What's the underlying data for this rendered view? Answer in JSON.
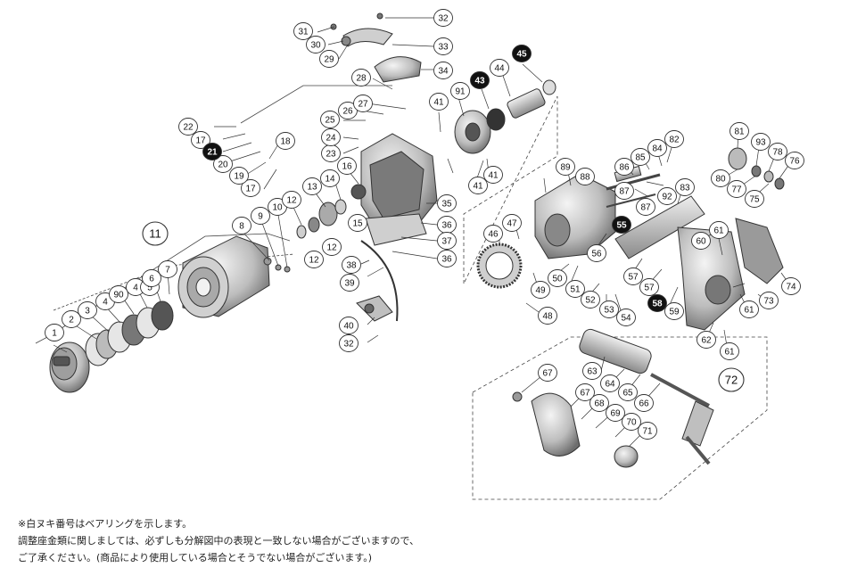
{
  "diagram": {
    "callouts": [
      {
        "id": "c1",
        "label": "1"
      },
      {
        "id": "c2",
        "label": "2"
      },
      {
        "id": "c3",
        "label": "3"
      },
      {
        "id": "c4a",
        "label": "4"
      },
      {
        "id": "c4b",
        "label": "4"
      },
      {
        "id": "c5",
        "label": "5"
      },
      {
        "id": "c6",
        "label": "6"
      },
      {
        "id": "c7",
        "label": "7"
      },
      {
        "id": "c8",
        "label": "8"
      },
      {
        "id": "c9",
        "label": "9"
      },
      {
        "id": "c10",
        "label": "10"
      },
      {
        "id": "c12a",
        "label": "12"
      },
      {
        "id": "c12b",
        "label": "12"
      },
      {
        "id": "c12c",
        "label": "12"
      },
      {
        "id": "c13",
        "label": "13"
      },
      {
        "id": "c14",
        "label": "14"
      },
      {
        "id": "c15",
        "label": "15"
      },
      {
        "id": "c16",
        "label": "16"
      },
      {
        "id": "c17a",
        "label": "17"
      },
      {
        "id": "c17b",
        "label": "17"
      },
      {
        "id": "c18",
        "label": "18"
      },
      {
        "id": "c19",
        "label": "19"
      },
      {
        "id": "c20",
        "label": "20"
      },
      {
        "id": "c22",
        "label": "22"
      },
      {
        "id": "c23",
        "label": "23"
      },
      {
        "id": "c24",
        "label": "24"
      },
      {
        "id": "c25",
        "label": "25"
      },
      {
        "id": "c26",
        "label": "26"
      },
      {
        "id": "c27",
        "label": "27"
      },
      {
        "id": "c28",
        "label": "28"
      },
      {
        "id": "c29",
        "label": "29"
      },
      {
        "id": "c30",
        "label": "30"
      },
      {
        "id": "c31",
        "label": "31"
      },
      {
        "id": "c32a",
        "label": "32"
      },
      {
        "id": "c32b",
        "label": "32"
      },
      {
        "id": "c33",
        "label": "33"
      },
      {
        "id": "c34",
        "label": "34"
      },
      {
        "id": "c35",
        "label": "35"
      },
      {
        "id": "c36a",
        "label": "36"
      },
      {
        "id": "c36b",
        "label": "36"
      },
      {
        "id": "c37",
        "label": "37"
      },
      {
        "id": "c38",
        "label": "38"
      },
      {
        "id": "c39",
        "label": "39"
      },
      {
        "id": "c40",
        "label": "40"
      },
      {
        "id": "c41a",
        "label": "41"
      },
      {
        "id": "c41b",
        "label": "41"
      },
      {
        "id": "c41c",
        "label": "41"
      },
      {
        "id": "c44",
        "label": "44"
      },
      {
        "id": "c46",
        "label": "46"
      },
      {
        "id": "c47",
        "label": "47"
      },
      {
        "id": "c48",
        "label": "48"
      },
      {
        "id": "c49",
        "label": "49"
      },
      {
        "id": "c50",
        "label": "50"
      },
      {
        "id": "c51",
        "label": "51"
      },
      {
        "id": "c52",
        "label": "52"
      },
      {
        "id": "c53",
        "label": "53"
      },
      {
        "id": "c54",
        "label": "54"
      },
      {
        "id": "c56",
        "label": "56"
      },
      {
        "id": "c57a",
        "label": "57"
      },
      {
        "id": "c57b",
        "label": "57"
      },
      {
        "id": "c59",
        "label": "59"
      },
      {
        "id": "c60",
        "label": "60"
      },
      {
        "id": "c61a",
        "label": "61"
      },
      {
        "id": "c61b",
        "label": "61"
      },
      {
        "id": "c61c",
        "label": "61"
      },
      {
        "id": "c62",
        "label": "62"
      },
      {
        "id": "c63",
        "label": "63"
      },
      {
        "id": "c64",
        "label": "64"
      },
      {
        "id": "c65",
        "label": "65"
      },
      {
        "id": "c66",
        "label": "66"
      },
      {
        "id": "c67a",
        "label": "67"
      },
      {
        "id": "c67b",
        "label": "67"
      },
      {
        "id": "c68",
        "label": "68"
      },
      {
        "id": "c69",
        "label": "69"
      },
      {
        "id": "c70",
        "label": "70"
      },
      {
        "id": "c71",
        "label": "71"
      },
      {
        "id": "c73",
        "label": "73"
      },
      {
        "id": "c74",
        "label": "74"
      },
      {
        "id": "c75",
        "label": "75"
      },
      {
        "id": "c76",
        "label": "76"
      },
      {
        "id": "c77",
        "label": "77"
      },
      {
        "id": "c78",
        "label": "78"
      },
      {
        "id": "c80",
        "label": "80"
      },
      {
        "id": "c81",
        "label": "81"
      },
      {
        "id": "c82",
        "label": "82"
      },
      {
        "id": "c83",
        "label": "83"
      },
      {
        "id": "c84",
        "label": "84"
      },
      {
        "id": "c85",
        "label": "85"
      },
      {
        "id": "c86",
        "label": "86"
      },
      {
        "id": "c87a",
        "label": "87"
      },
      {
        "id": "c87b",
        "label": "87"
      },
      {
        "id": "c88",
        "label": "88"
      },
      {
        "id": "c89",
        "label": "89"
      },
      {
        "id": "c90",
        "label": "90"
      },
      {
        "id": "c91",
        "label": "91"
      },
      {
        "id": "c92",
        "label": "92"
      },
      {
        "id": "c93",
        "label": "93"
      }
    ],
    "bearing_callouts": [
      {
        "id": "b21",
        "label": "21"
      },
      {
        "id": "b43",
        "label": "43"
      },
      {
        "id": "b45",
        "label": "45"
      },
      {
        "id": "b55",
        "label": "55"
      },
      {
        "id": "b58",
        "label": "58"
      }
    ],
    "assembly_callouts": [
      {
        "id": "a11",
        "label": "11"
      },
      {
        "id": "a72",
        "label": "72"
      }
    ]
  },
  "notes": {
    "bearing_note": "※白ヌキ番号はベアリングを示します。",
    "washer_note_1": "調整座金類に関しましては、必ずしも分解図中の表現と一致しない場合がございますので、",
    "washer_note_2": "ご了承ください。(商品により使用している場合とそうでない場合がございます。)"
  },
  "colors": {
    "line": "#333333",
    "bearing_fill": "#111111",
    "bearing_text": "#ffffff",
    "part_fill": "#d9d9d9",
    "part_dark": "#8c8c8c"
  }
}
